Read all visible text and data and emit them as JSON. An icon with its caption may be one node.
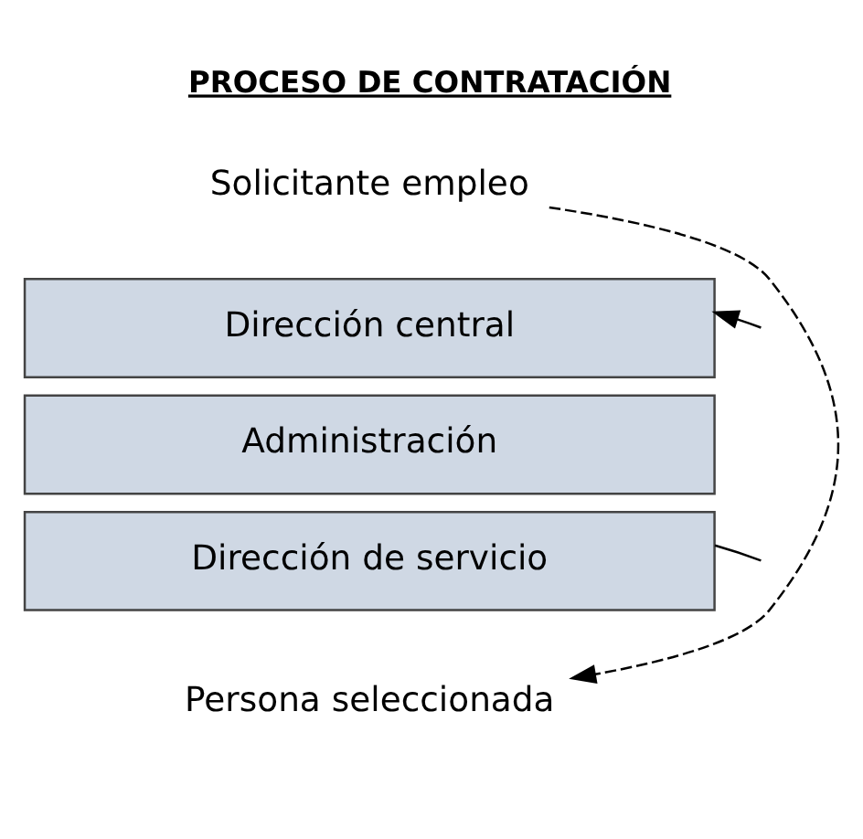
{
  "diagram": {
    "title": "PROCESO DE CONTRATACIÓN",
    "nodes": [
      {
        "text": [
          "Solicitante empleo"
        ]
      },
      {
        "text": [
          "Dirección central"
        ]
      },
      {
        "text": [
          "Administración"
        ]
      },
      {
        "text": [
          "Dirección de servicio"
        ]
      },
      {
        "text": [
          "Persona seleccionada"
        ]
      }
    ],
    "edges": [
      {
        "from": 0,
        "to": 4,
        "arrow": "to",
        "style": "dashed"
      },
      {
        "from": null,
        "to": 1,
        "arrow": "to"
      },
      {
        "from": 3,
        "to": null,
        "arrow": "none"
      }
    ]
  }
}
